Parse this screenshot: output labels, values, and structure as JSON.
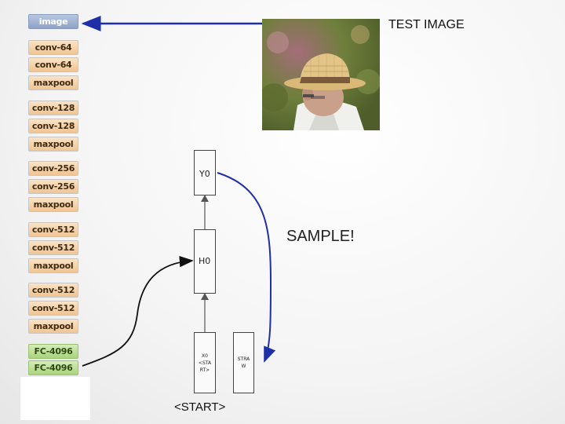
{
  "network": {
    "layers": [
      {
        "label": "image",
        "kind": "image"
      },
      {
        "label": "conv-64",
        "kind": "conv"
      },
      {
        "label": "conv-64",
        "kind": "conv"
      },
      {
        "label": "maxpool",
        "kind": "conv"
      },
      {
        "label": "conv-128",
        "kind": "conv"
      },
      {
        "label": "conv-128",
        "kind": "conv"
      },
      {
        "label": "maxpool",
        "kind": "conv"
      },
      {
        "label": "conv-256",
        "kind": "conv"
      },
      {
        "label": "conv-256",
        "kind": "conv"
      },
      {
        "label": "maxpool",
        "kind": "conv"
      },
      {
        "label": "conv-512",
        "kind": "conv"
      },
      {
        "label": "conv-512",
        "kind": "conv"
      },
      {
        "label": "maxpool",
        "kind": "conv"
      },
      {
        "label": "conv-512",
        "kind": "conv"
      },
      {
        "label": "conv-512",
        "kind": "conv"
      },
      {
        "label": "maxpool",
        "kind": "conv"
      },
      {
        "label": "FC-4096",
        "kind": "fc"
      },
      {
        "label": "FC-4096",
        "kind": "fc"
      }
    ]
  },
  "labels": {
    "test_image": "TEST IMAGE",
    "sample": "SAMPLE!",
    "start": "<START>"
  },
  "rnn": {
    "y0": "Y0",
    "h0": "H0",
    "x0_lines": [
      "X0",
      "<STA",
      "RT>"
    ],
    "output_lines": [
      "STRA",
      "W"
    ]
  },
  "colors": {
    "arrow_blue": "#1f2fa8",
    "arrow_black": "#111111",
    "connector_gray": "#444444"
  }
}
